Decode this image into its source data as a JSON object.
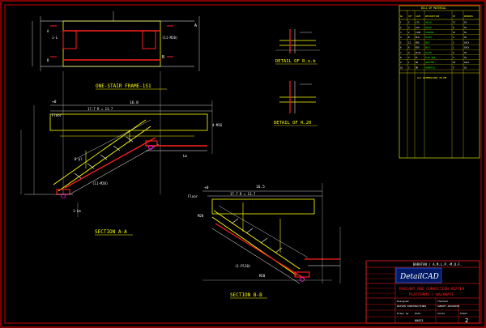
{
  "drawing": {
    "labels": {
      "stair_frame_title": "ONE-STAIR FRAME-1S1",
      "detail_rob": "DETAIL OF R.o.b",
      "detail_r20": "DETAIL OF R.20",
      "section_aa": "SECTION A-A",
      "section_bb": "SECTION B-B",
      "floor_upper": "Floor",
      "floor_lower": "Floor",
      "dim_top_aa": "16.8",
      "dim_run_aa": "17.7 R = 13.7",
      "dim_top_bb": "16.5",
      "dim_run_bb": "17.7 R = 13.7",
      "bolt_a": "M20",
      "bolt_b": "M20",
      "mark_a_left": "A",
      "mark_a_right": "A",
      "mark_b_left": "B",
      "mark_b_right": "B",
      "plate_a": "8 pl",
      "plate_b": "(1-Pl20)",
      "tag_1l": "1-L",
      "tag_11": "(11-M20)",
      "tag_1lm": "1-Lm",
      "tag_lm": "Lm",
      "tag_4x": "4-M16",
      "level_aa": "+0",
      "level_bb": "+0"
    },
    "bom": {
      "title": "BILL OF MATERIAL",
      "headers": [
        "No",
        "QTY",
        "SIZE",
        "DESCRIPTION",
        "WT",
        "REMARKS"
      ],
      "rows": [
        [
          "1",
          "2",
          "L75",
          "ANGLE",
          "12",
          "SS"
        ],
        [
          "2",
          "4",
          "L50",
          "ANGLE",
          "8",
          "SS"
        ],
        [
          "3",
          "2",
          "C100",
          "CHANNEL",
          "22",
          "SS"
        ],
        [
          "4",
          "8",
          "PL8",
          "PLATE",
          "4",
          "SS"
        ],
        [
          "5",
          "12",
          "M20",
          "BOLT",
          "2",
          "GALV"
        ],
        [
          "6",
          "6",
          "M16",
          "BOLT",
          "1",
          "GALV"
        ],
        [
          "7",
          "4",
          "PL10",
          "PLATE",
          "6",
          "SS"
        ],
        [
          "8",
          "2",
          "FL",
          "FLAT BAR",
          "3",
          "SS"
        ],
        [
          "9",
          "1",
          "GR",
          "GRATING",
          "30",
          "GALV"
        ],
        [
          "10",
          "2",
          "HR",
          "HANDRAIL",
          "9",
          "SS"
        ]
      ],
      "note": "ALL DIMENSIONS IN MM"
    },
    "title_block": {
      "client": "BARATAN / A.M.L.P.-M.O.F.",
      "logo": "DetailCAD",
      "project_line1": "RADIANT AND CONVECTION HEATER",
      "project_line2": "PLATFORMS / WALKWAYS",
      "designed_label": "Designed",
      "designed_value": "WATSON CONSTRUCTIONS",
      "checked_label": "Checked",
      "checked_value": "SURVEY ADVANCER",
      "drawn_label": "Drawn by",
      "date_label": "Date",
      "scale_label": "Scale",
      "sheet_label": "Sheet",
      "sheet_no": "2",
      "dwg_no": "00023"
    },
    "colors": {
      "border": "#ff0000",
      "yellow": "#ffff00",
      "green": "#00ff00",
      "red": "#ff2020",
      "white": "#ffffff",
      "cyan": "#00ffff",
      "magenta": "#ff00ff",
      "blue": "#3a6bff"
    }
  }
}
